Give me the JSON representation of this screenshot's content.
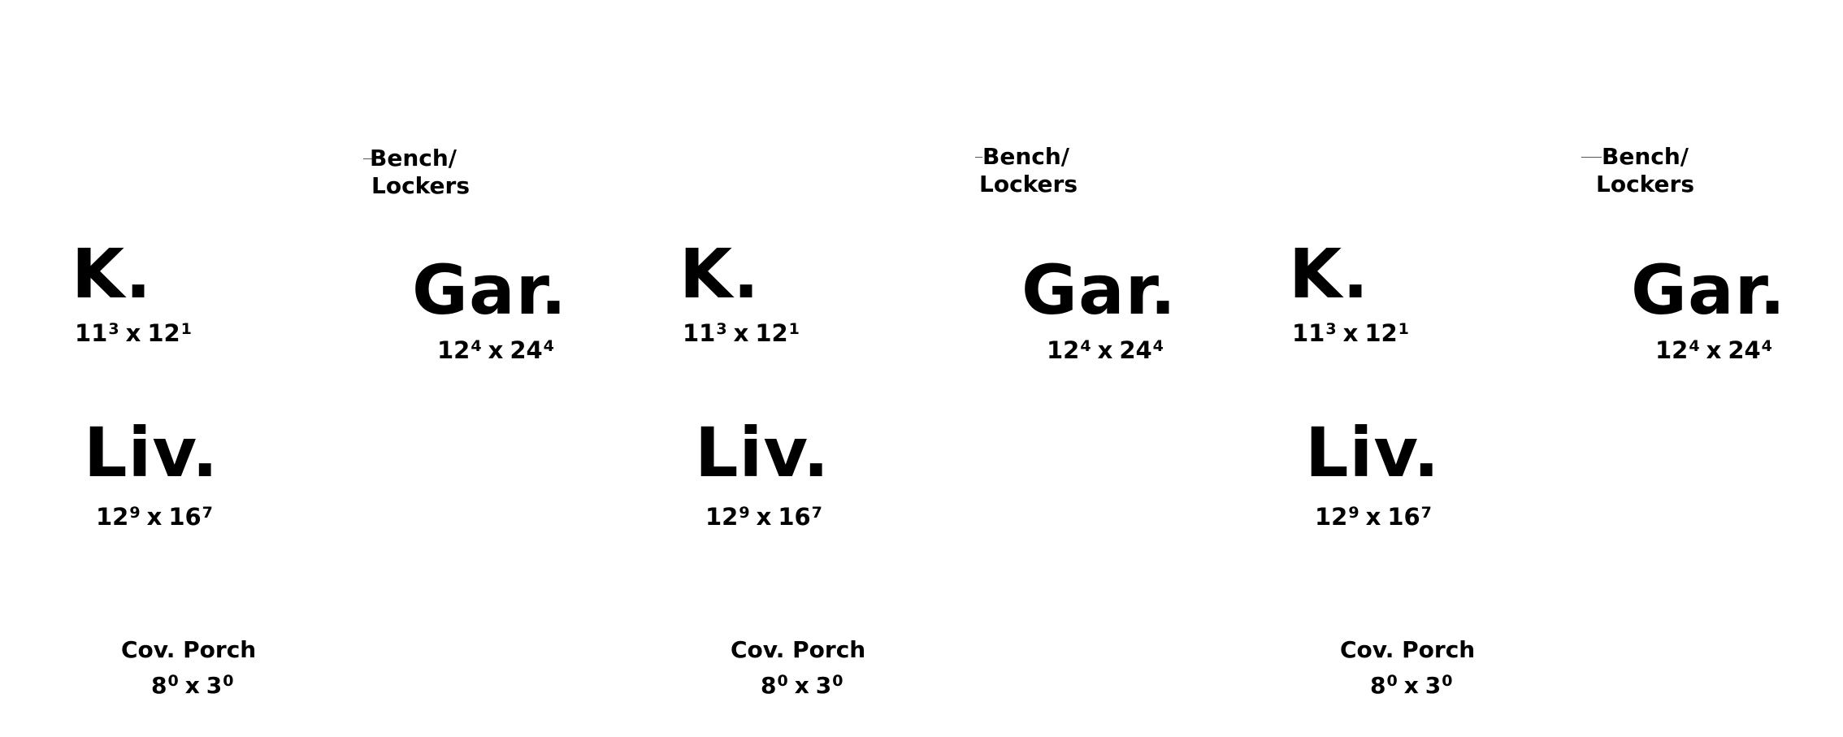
{
  "plans": [
    {
      "bench": {
        "line1": "Bench/",
        "line2": "Lockers"
      },
      "kitchen": {
        "name": "K.",
        "w": "11",
        "w_in": "3",
        "l": "12",
        "l_in": "1"
      },
      "garage": {
        "name": "Gar.",
        "w": "12",
        "w_in": "4",
        "l": "24",
        "l_in": "4"
      },
      "living": {
        "name": "Liv.",
        "w": "12",
        "w_in": "9",
        "l": "16",
        "l_in": "7"
      },
      "porch": {
        "name": "Cov. Porch",
        "w": "8",
        "w_in": "0",
        "l": "3",
        "l_in": "0"
      },
      "sep": "x"
    },
    {
      "bench": {
        "line1": "Bench/",
        "line2": "Lockers"
      },
      "kitchen": {
        "name": "K.",
        "w": "11",
        "w_in": "3",
        "l": "12",
        "l_in": "1"
      },
      "garage": {
        "name": "Gar.",
        "w": "12",
        "w_in": "4",
        "l": "24",
        "l_in": "4"
      },
      "living": {
        "name": "Liv.",
        "w": "12",
        "w_in": "9",
        "l": "16",
        "l_in": "7"
      },
      "porch": {
        "name": "Cov. Porch",
        "w": "8",
        "w_in": "0",
        "l": "3",
        "l_in": "0"
      },
      "sep": "x"
    },
    {
      "bench": {
        "line1": "Bench/",
        "line2": "Lockers"
      },
      "kitchen": {
        "name": "K.",
        "w": "11",
        "w_in": "3",
        "l": "12",
        "l_in": "1"
      },
      "garage": {
        "name": "Gar.",
        "w": "12",
        "w_in": "4",
        "l": "24",
        "l_in": "4"
      },
      "living": {
        "name": "Liv.",
        "w": "12",
        "w_in": "9",
        "l": "16",
        "l_in": "7"
      },
      "porch": {
        "name": "Cov. Porch",
        "w": "8",
        "w_in": "0",
        "l": "3",
        "l_in": "0"
      },
      "sep": "x"
    }
  ]
}
